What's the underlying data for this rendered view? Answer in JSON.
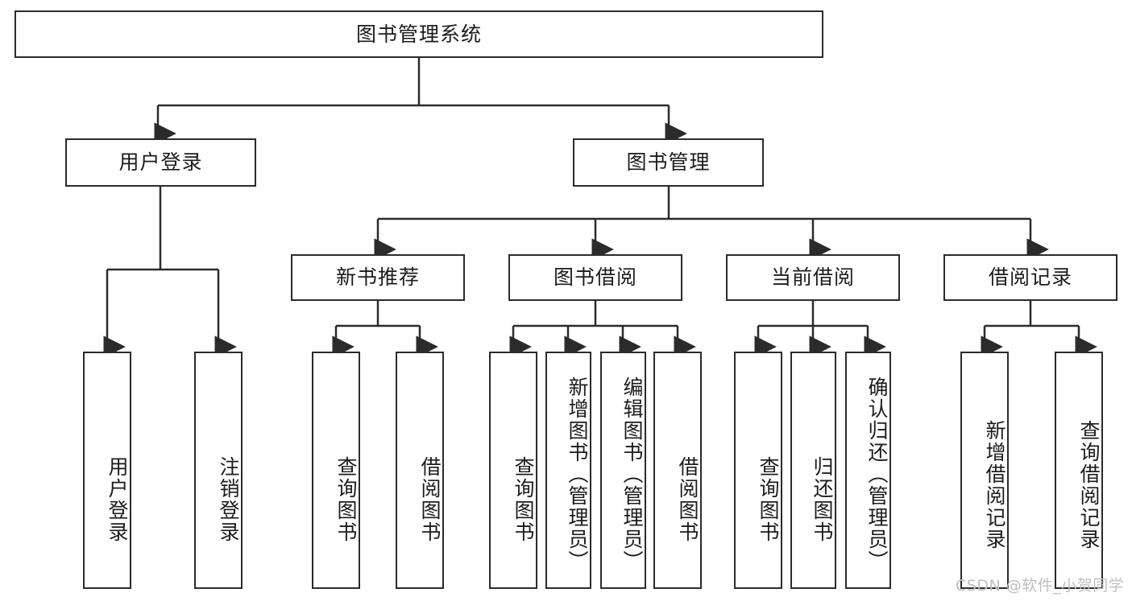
{
  "diagram": {
    "type": "tree",
    "title_node": {
      "label": "图书管理系统"
    },
    "level2": [
      {
        "id": "user-login",
        "label": "用户登录"
      },
      {
        "id": "book-management",
        "label": "图书管理"
      }
    ],
    "level3": [
      {
        "id": "new-book-recommend",
        "label": "新书推荐"
      },
      {
        "id": "book-borrow",
        "label": "图书借阅"
      },
      {
        "id": "current-borrow",
        "label": "当前借阅"
      },
      {
        "id": "borrow-record",
        "label": "借阅记录"
      }
    ],
    "leaves": [
      {
        "id": "leaf-user-login",
        "label": "用户登录"
      },
      {
        "id": "leaf-logout-login",
        "label": "注销登录"
      },
      {
        "id": "leaf-query-book-1",
        "label": "查询图书"
      },
      {
        "id": "leaf-borrow-book-1",
        "label": "借阅图书"
      },
      {
        "id": "leaf-query-book-2",
        "label": "查询图书"
      },
      {
        "id": "leaf-add-book",
        "label": "新增图书（管理员）"
      },
      {
        "id": "leaf-edit-book",
        "label": "编辑图书（管理员）"
      },
      {
        "id": "leaf-borrow-book-2",
        "label": "借阅图书"
      },
      {
        "id": "leaf-query-book-3",
        "label": "查询图书"
      },
      {
        "id": "leaf-return-book",
        "label": "归还图书"
      },
      {
        "id": "leaf-confirm-return",
        "label": "确认归还（管理员）"
      },
      {
        "id": "leaf-add-record",
        "label": "新增借阅记录"
      },
      {
        "id": "leaf-query-record",
        "label": "查询借阅记录"
      }
    ]
  },
  "watermark": {
    "text": "CSDN @软件_小贺同学"
  },
  "colors": {
    "stroke": "#2b2b2b",
    "background": "#ffffff",
    "text": "#1c1c1c",
    "watermark": "#bfbfbf"
  }
}
